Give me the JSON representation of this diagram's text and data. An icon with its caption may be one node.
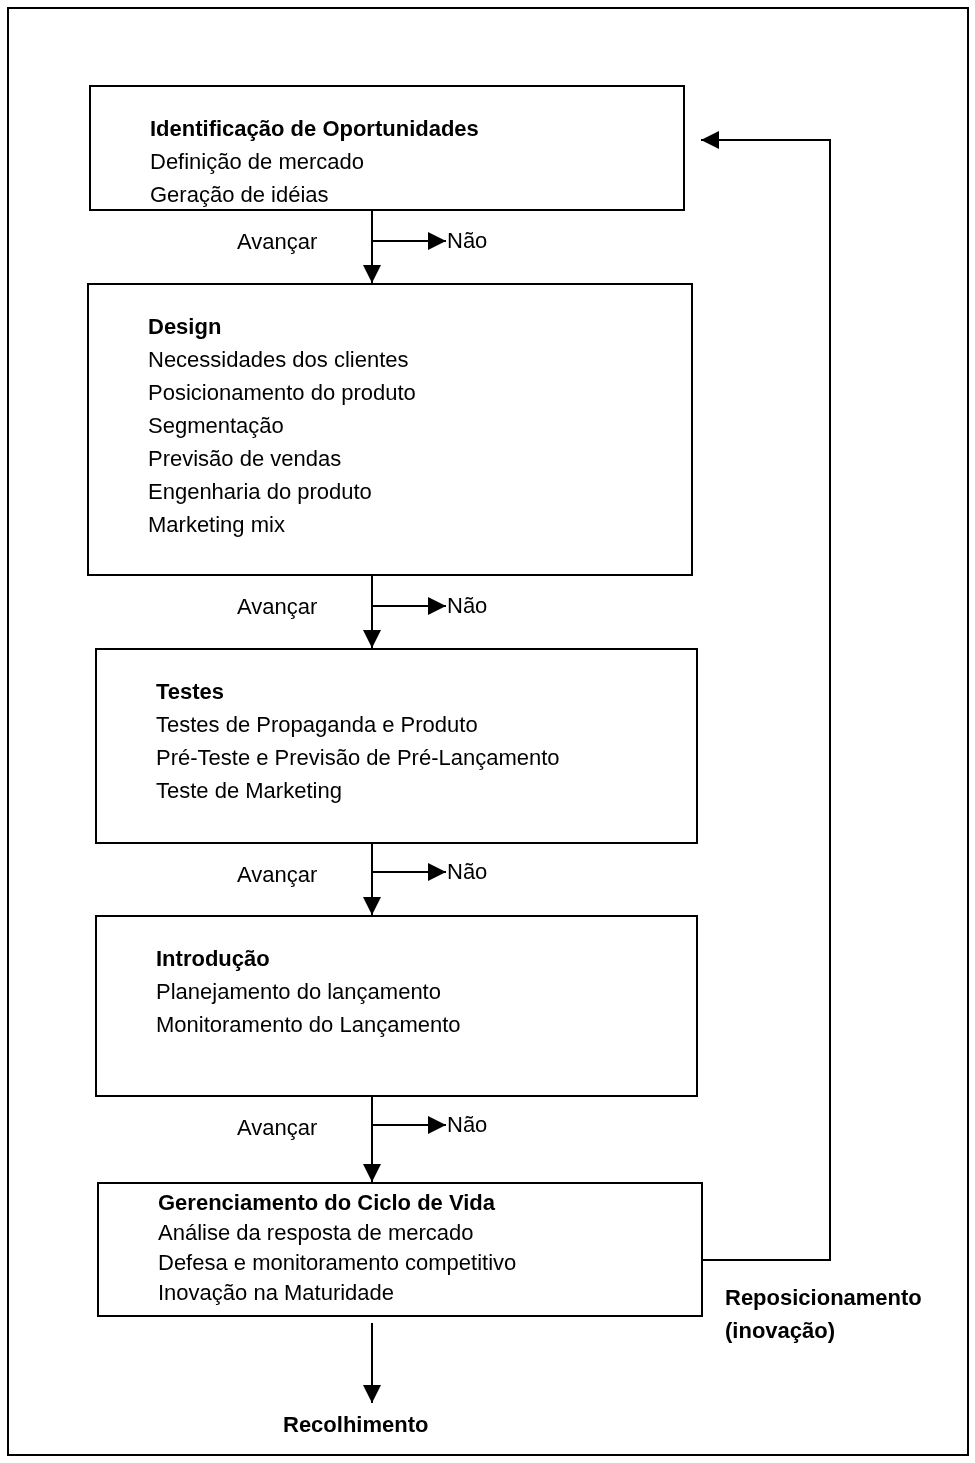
{
  "diagram": {
    "nodes": [
      {
        "text": [
          "Identificação de Oportunidades",
          "Definição de mercado",
          "Geração de idéias"
        ]
      },
      {
        "text": [
          "Design",
          "Necessidades dos clientes",
          "Posicionamento do produto",
          "Segmentação",
          "Previsão de vendas",
          "Engenharia do produto",
          "Marketing mix"
        ]
      },
      {
        "text": [
          "Testes",
          "Testes de Propaganda e Produto",
          "Pré-Teste e Previsão de Pré-Lançamento",
          "Teste de Marketing"
        ]
      },
      {
        "text": [
          "Introdução",
          "Planejamento do lançamento",
          "Monitoramento do Lançamento"
        ]
      },
      {
        "text": [
          "Gerenciamento do Ciclo de Vida",
          "Análise da resposta de mercado",
          "Defesa e monitoramento competitivo",
          "Inovação na Maturidade"
        ]
      },
      {
        "text": [
          "Não"
        ]
      },
      {
        "text": [
          "Não"
        ]
      },
      {
        "text": [
          "Não"
        ]
      },
      {
        "text": [
          "Não"
        ]
      },
      {
        "text": [
          "Recolhimento"
        ]
      }
    ],
    "edges": [
      {
        "from": 0,
        "to": 1,
        "arrow": "to",
        "label": "Avançar"
      },
      {
        "from": 0,
        "to": 5,
        "arrow": "to"
      },
      {
        "from": 1,
        "to": 2,
        "arrow": "to",
        "label": "Avançar"
      },
      {
        "from": 1,
        "to": 6,
        "arrow": "to"
      },
      {
        "from": 2,
        "to": 3,
        "arrow": "to",
        "label": "Avançar"
      },
      {
        "from": 2,
        "to": 7,
        "arrow": "to"
      },
      {
        "from": 3,
        "to": 4,
        "arrow": "to",
        "label": "Avançar"
      },
      {
        "from": 3,
        "to": 8,
        "arrow": "to"
      },
      {
        "from": 4,
        "to": 9,
        "arrow": "to"
      },
      {
        "from": 4,
        "to": 0,
        "arrow": "to",
        "label": "Reposicionamento (inovação)"
      }
    ]
  }
}
